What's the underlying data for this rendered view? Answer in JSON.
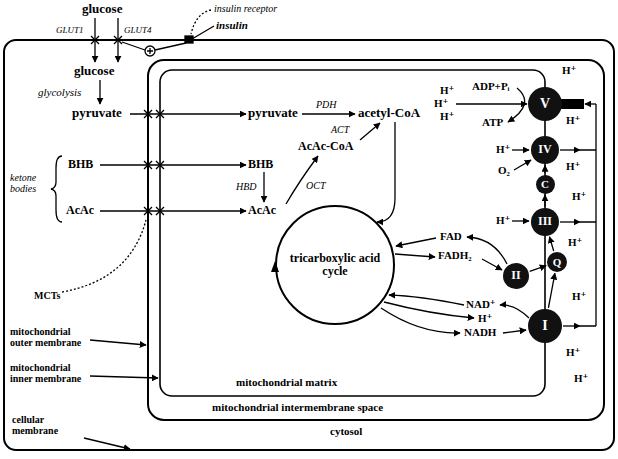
{
  "diagram": {
    "nodes": [
      {
        "text": [
          "tricarboxylic acid cycle"
        ]
      },
      {
        "text": [
          "V"
        ]
      },
      {
        "text": [
          "IV"
        ]
      },
      {
        "text": [
          "C"
        ]
      },
      {
        "text": [
          "III"
        ]
      },
      {
        "text": [
          "Q"
        ]
      },
      {
        "text": [
          "II"
        ]
      },
      {
        "text": [
          "I"
        ]
      }
    ],
    "edges": [
      {
        "from": 7,
        "to": 5,
        "arrow": "to"
      },
      {
        "from": 6,
        "to": 5,
        "arrow": "to"
      },
      {
        "from": 5,
        "to": 4,
        "arrow": "to"
      },
      {
        "from": 4,
        "to": 3,
        "arrow": "to"
      },
      {
        "from": 3,
        "to": 2,
        "arrow": "to"
      }
    ],
    "labels": [
      "glucose",
      "insulin receptor",
      "insulin",
      "GLUT1",
      "GLUT4",
      "glucose",
      "glycolysis",
      "pyruvate",
      "pyruvate",
      "PDH",
      "acetyl-CoA",
      "ACT",
      "AcAc-CoA",
      "ketone bodies",
      "BHB",
      "BHB",
      "HBD",
      "AcAc",
      "AcAc",
      "OCT",
      "MCTs",
      "H⁺",
      "H⁺",
      "H⁺",
      "ADP+Pᵢ",
      "ATP",
      "H⁺",
      "O₂",
      "H⁺",
      "FAD",
      "FADH₂",
      "NAD⁺",
      "H⁺",
      "NADH",
      "H⁺",
      "H⁺",
      "H⁺",
      "H⁺",
      "H⁺",
      "H⁺",
      "H⁺",
      "H⁺",
      "mitochondrial outer membrane",
      "mitochondrial inner membrane",
      "mitochondrial matrix",
      "mitochondrial intermembrane space",
      "cytosol",
      "cellular membrane"
    ]
  }
}
